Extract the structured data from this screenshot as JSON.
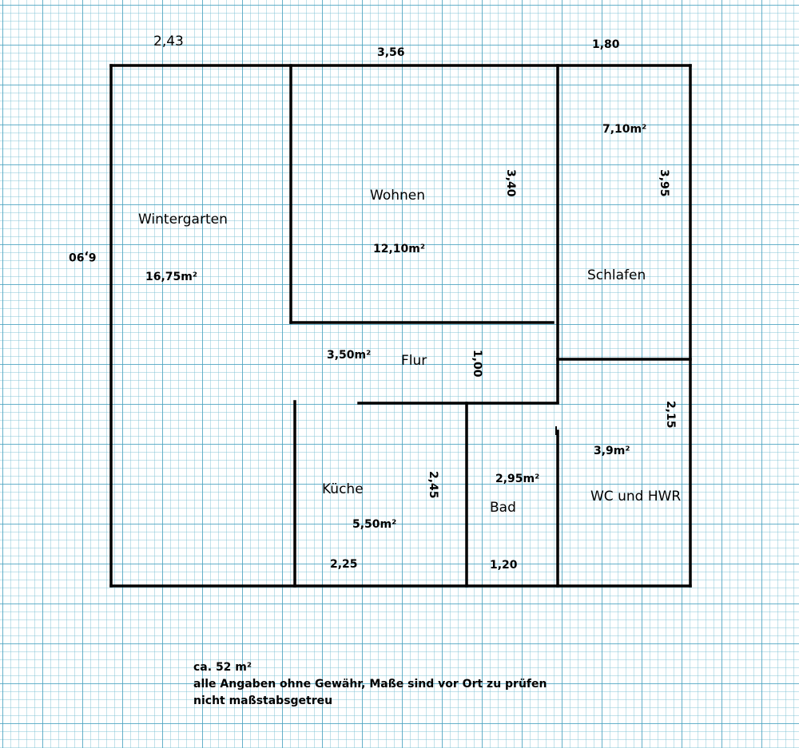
{
  "rooms": {
    "wintergarten": {
      "name": "Wintergarten",
      "area": "16,75m²"
    },
    "wohnen": {
      "name": "Wohnen",
      "area": "12,10m²"
    },
    "schlafen": {
      "name": "Schlafen",
      "area": "7,10m²"
    },
    "flur": {
      "name": "Flur",
      "area": "3,50m²"
    },
    "kueche": {
      "name": "Küche",
      "area": "5,50m²"
    },
    "bad": {
      "name": "Bad",
      "area": "2,95m²"
    },
    "wc_hwr": {
      "name": "WC und HWR",
      "area": "3,9m²"
    }
  },
  "dimensions": {
    "top_left": "2,43",
    "top_middle": "3,56",
    "top_right": "1,80",
    "left_height": "6,90",
    "wohnen_height": "3,40",
    "schlafen_height": "3,95",
    "flur_width": "1,00",
    "wc_height": "2,15",
    "kueche_height": "2,45",
    "kueche_width": "2,25",
    "bad_width": "1,20"
  },
  "notes": {
    "total_area": "ca. 52 m²",
    "disclaimer": "alle Angaben ohne Gewähr, Maße sind vor Ort zu prüfen",
    "scale": "nicht maßstabsgetreu"
  }
}
